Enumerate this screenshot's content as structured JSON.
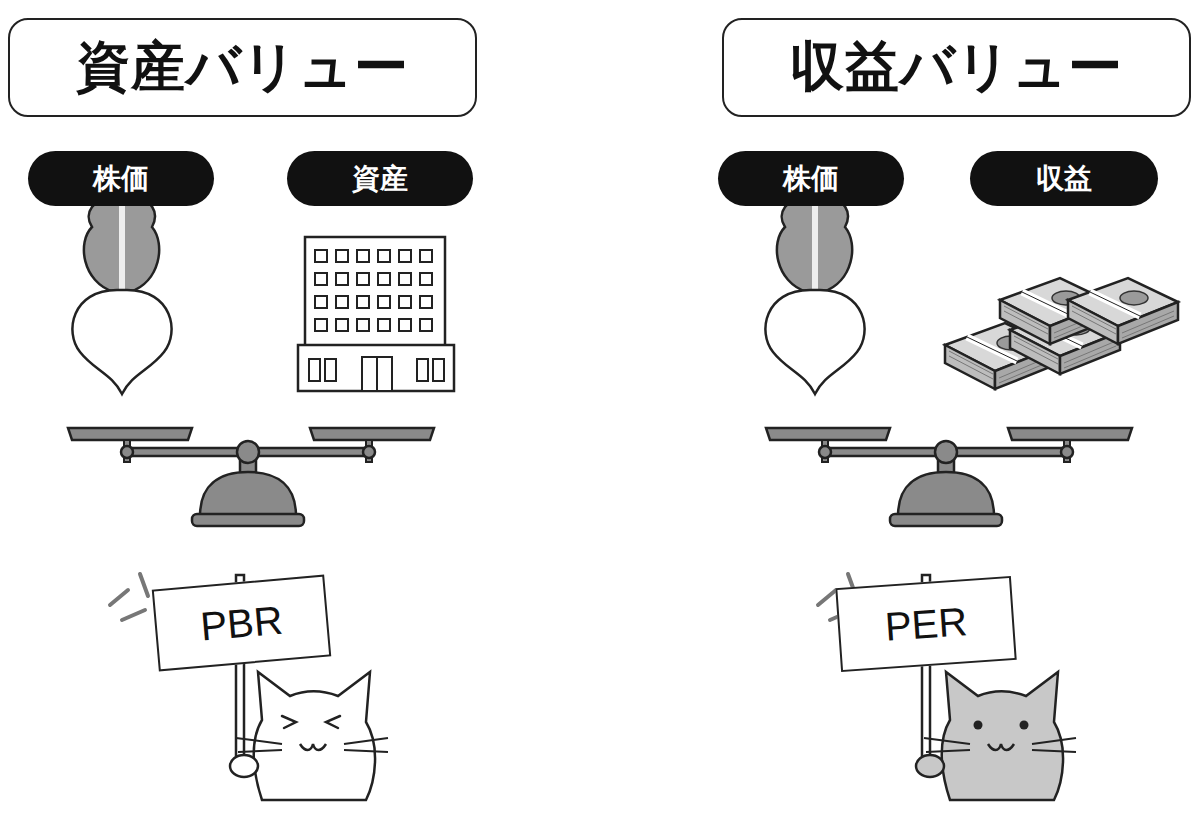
{
  "diagram": {
    "nodes": [
      {
        "text": [
          "資産バリュー"
        ]
      },
      {
        "text": [
          "収益バリュー"
        ]
      },
      {
        "text": [
          "株価"
        ]
      },
      {
        "text": [
          "資産"
        ]
      },
      {
        "text": [
          "株価"
        ]
      },
      {
        "text": [
          "収益"
        ]
      },
      {
        "text": [
          "PBR"
        ]
      },
      {
        "text": [
          "PER"
        ]
      }
    ]
  }
}
